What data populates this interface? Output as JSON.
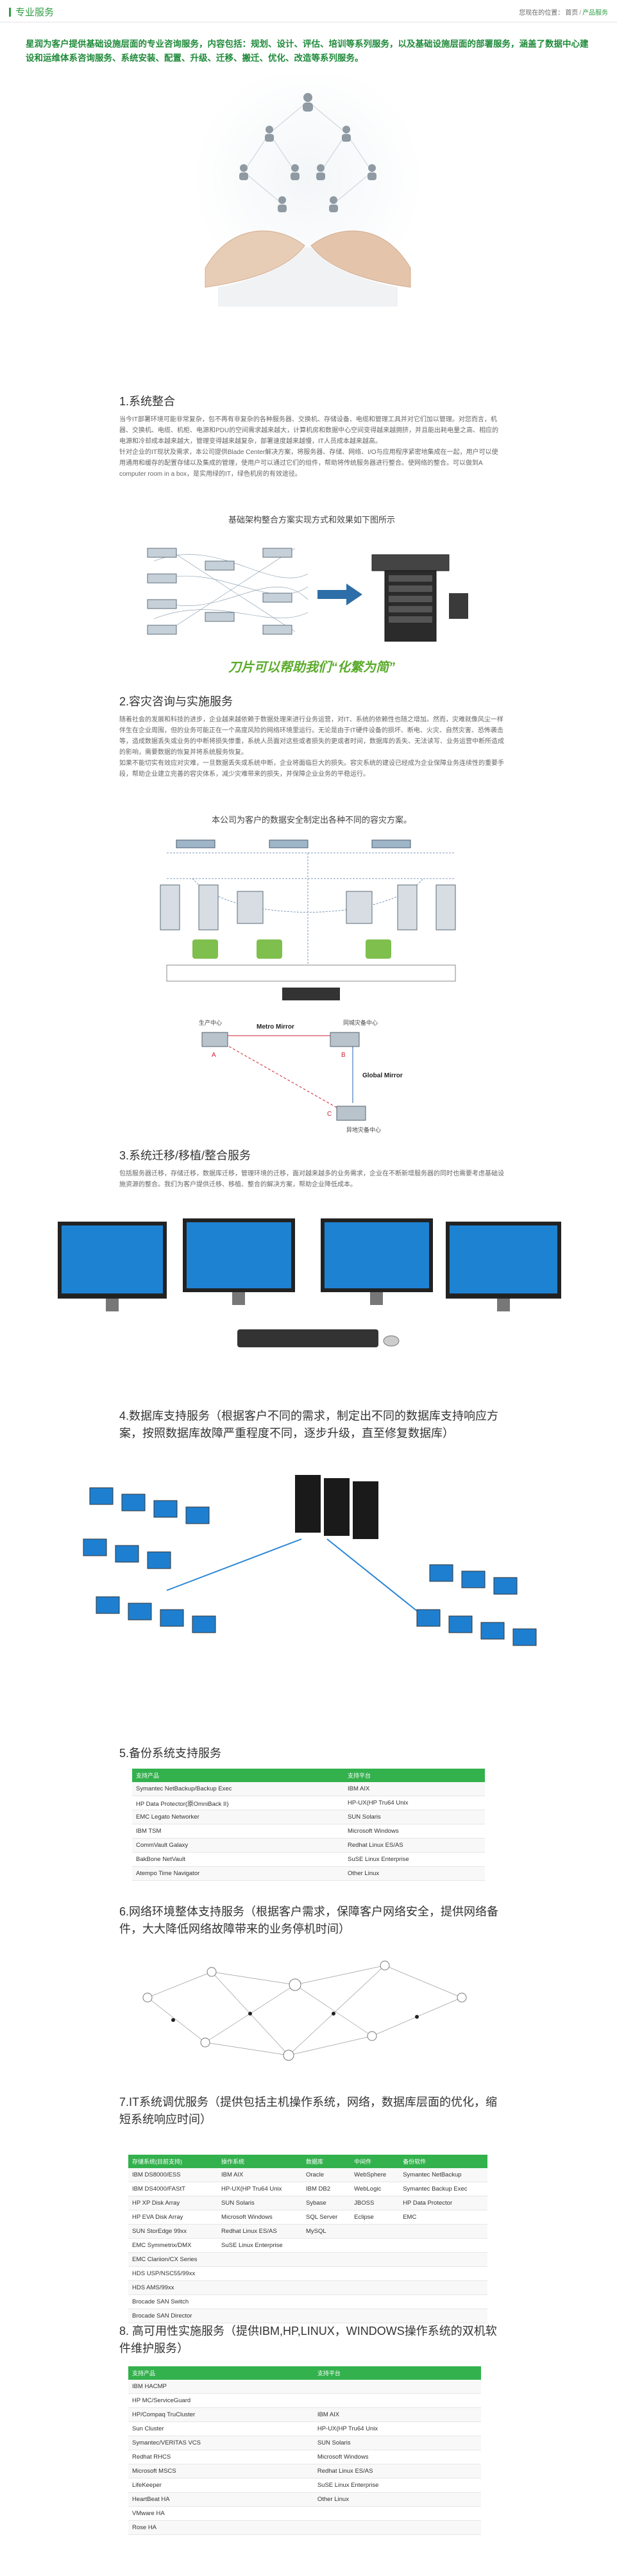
{
  "header": {
    "title": "专业服务",
    "breadcrumb": {
      "prefix": "您现在的位置：",
      "home": "首页",
      "sep": "/",
      "current": "产品服务"
    }
  },
  "intro": "星润为客户提供基础设施层面的专业咨询服务，内容包括：规划、设计、评估、培训等系列服务，以及基础设施层面的部署服务，涵盖了数据中心建设和运维体系咨询服务、系统安装、配置、升级、迁移、搬迁、优化、改造等系列服务。",
  "hero": {
    "icon": "people-network-hands"
  },
  "s1": {
    "title": "1.系统整合",
    "p1": "当今IT部署环境可能非常复杂，包不再有非复杂的各种服务器、交换机、存储设备、电缆和管理工具并对它们加以管理。对您而言，机器、交换机、电缆、机柜、电源和PDU的空间需求越来越大，计算机房和数据中心空间变得越来越拥挤，并且能出耗电量之高、相应的电源和冷却成本越来越大，管理变得越来越复杂，部署速度越来越慢，IT人员成本越来越高。",
    "p2": "针对企业的IT现状及需求，本公司提供Blade Center解决方案，将服务器、存储、网络、I/O与应用程序紧密地集成在一起，用户可以使用通用和缓存的配置存储以及集成的管理，使用户可以通过它们的组件，帮助将传统服务器进行整合。使网络的整合。可以做到A computer room in a box，是实用绿的IT，绿色机房的有效途径。",
    "caption": "基础架构整合方案实现方式和效果如下图所示",
    "slogan": "刀片可以帮助我们“化繁为简”"
  },
  "s2": {
    "title": "2.容灾咨询与实施服务",
    "p1": "随着社会的发展和科技的进步，企业越来越依赖于数据处理来进行业务运营，对IT、系统的依赖性也随之增加。然而，灾难就像风尘一样伴生在企业周围，但的业务可能正在一个高度风险的网络环境里运行。无论是由于IT硬件设备的损坏、断电、火灾、自然灾害、恐怖袭击等，造成数据丢失或业务的中断将损失惨重，系统人员面对这些或者损失的更或者时间，数据库的丢失、无法读写、业务运营中断所造成的影响，需要数据的恢复并将系统服务恢复。",
    "p2": "如果不能切实有效应对灾难，一旦数据丢失或系统中断，企业将面临巨大的损失。容灾系统的建设已经成为企业保障业务连续性的重要手段，帮助企业建立完善的容灾体系，减少灾难带来的损失，并保障企业业务的平稳运行。",
    "caption": "本公司为客户的数据安全制定出各种不同的容灾方案。",
    "diagram": {
      "site_a": "生产中心",
      "site_b": "同城灾备中心",
      "site_c": "异地灾备中心",
      "link1": "Metro Mirror",
      "link2": "Global Mirror",
      "node_a": "A",
      "node_b": "B",
      "node_c": "C"
    }
  },
  "s3": {
    "title": "3.系统迁移/移植/整合服务",
    "p1": "包括服务器迁移，存储迁移，数据库迁移，管理环境的迁移，面对越来越多的业务需求，企业在不断新增服务器的同时也需要考虑基础设施资源的整合。我们为客户提供迁移、移植、整合的解决方案，帮助企业降低成本。"
  },
  "s4": {
    "title": "4.数据库支持服务（根据客户不同的需求，制定出不同的数据库支持响应方案，按照数据库故障严重程度不同，逐步升级，直至修复数据库）"
  },
  "s5": {
    "title": "5.备份系统支持服务",
    "headers": [
      "支持产品",
      "支持平台"
    ],
    "col1": [
      "Symantec NetBackup/Backup Exec",
      "HP Data Protector(原OmniBack II)",
      "EMC Legato Networker",
      "IBM TSM",
      "CommVault Galaxy",
      "BakBone NetVault",
      "Atempo Time Navigator"
    ],
    "col2": [
      "IBM AIX",
      "HP-UX(HP Tru64 Unix",
      "SUN Solaris",
      "Microsoft Windows",
      "Redhat Linux ES/AS",
      "SuSE Linux Enterprise",
      "Other Linux"
    ]
  },
  "s6": {
    "title": "6.网络环境整体支持服务（根据客户需求，保障客户网络安全，提供网络备件，大大降低网络故障带来的业务停机时间）"
  },
  "s7": {
    "title": "7.IT系统调优服务（提供包括主机操作系统，网络，数据库层面的优化，缩短系统响应时间）",
    "headers": [
      "存储系统(目前支持)",
      "操作系统",
      "数据库",
      "中间件",
      "备份软件"
    ],
    "col1": [
      "IBM DS8000/ESS",
      "IBM DS4000/FAStT",
      "HP XP Disk Array",
      "HP EVA Disk Array",
      "SUN StorEdge 99xx",
      "EMC Symmetrix/DMX",
      "EMC Clariion/CX Series",
      "HDS USP/NSC55/99xx",
      "HDS AMS/99xx",
      "Brocade SAN Switch",
      "Brocade SAN Director"
    ],
    "col2": [
      "IBM AIX",
      "HP-UX(HP Tru64 Unix",
      "SUN Solaris",
      "Microsoft Windows",
      "Redhat Linux ES/AS",
      "SuSE Linux Enterprise"
    ],
    "col3": [
      "Oracle",
      "IBM DB2",
      "Sybase",
      "SQL Server",
      "MySQL"
    ],
    "col4": [
      "WebSphere",
      "WebLogic",
      "JBOSS",
      "Eclipse"
    ],
    "col5": [
      "Symantec NetBackup",
      "Symantec Backup Exec",
      "HP Data Protector",
      "EMC"
    ]
  },
  "s8": {
    "title": "8.  高可用性实施服务（提供IBM,HP,LINUX，WINDOWS操作系统的双机软件维护服务）",
    "headers": [
      "支持产品",
      "支持平台"
    ],
    "col1": [
      "IBM HACMP",
      "HP MC/ServiceGuard",
      "HP/Compaq TruCluster",
      "Sun Cluster",
      "Symantec/VERITAS VCS",
      "Redhat RHCS",
      "Microsoft MSCS",
      "LifeKeeper",
      "HeartBeat HA",
      "VMware HA",
      "Rose HA"
    ],
    "col2": [
      "",
      "",
      "IBM AIX",
      "HP-UX(HP Tru64 Unix",
      "SUN Solaris",
      "Microsoft Windows",
      "Redhat Linux ES/AS",
      "SuSE Linux Enterprise",
      "Other Linux",
      "",
      ""
    ]
  },
  "colors": {
    "accent": "#2f9e44",
    "table_header": "#33b14d",
    "slogan": "#5aab2a"
  }
}
